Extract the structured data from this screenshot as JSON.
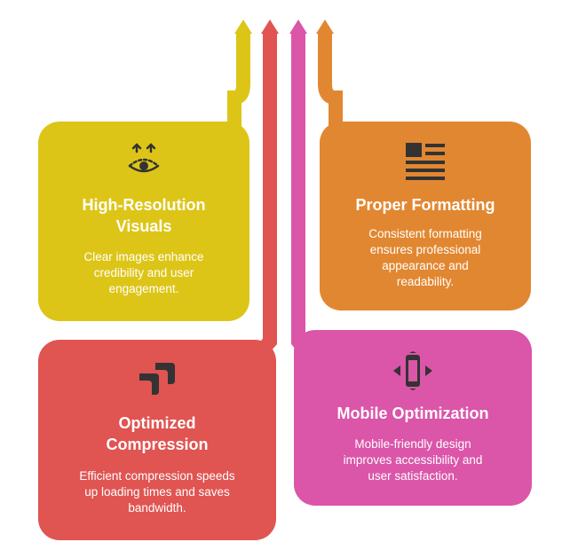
{
  "colors": {
    "yellow": "#DDC518",
    "orange": "#E28731",
    "red": "#E05452",
    "magenta": "#DB55A9",
    "icon": "#333333",
    "text": "#FFFFFF"
  },
  "cards": [
    {
      "id": "high-resolution-visuals",
      "title_lines": [
        "High-Resolution",
        "Visuals"
      ],
      "description_lines": [
        "Clear images enhance",
        "credibility and user",
        "engagement."
      ],
      "color": "#DDC518",
      "icon": "eye-arrows-icon"
    },
    {
      "id": "proper-formatting",
      "title_lines": [
        "Proper Formatting"
      ],
      "description_lines": [
        "Consistent formatting",
        "ensures professional",
        "appearance and",
        "readability."
      ],
      "color": "#E28731",
      "icon": "document-layout-icon"
    },
    {
      "id": "optimized-compression",
      "title_lines": [
        "Optimized",
        "Compression"
      ],
      "description_lines": [
        "Efficient compression speeds",
        "up loading times and saves",
        "bandwidth."
      ],
      "color": "#E05452",
      "icon": "compress-blocks-icon"
    },
    {
      "id": "mobile-optimization",
      "title_lines": [
        "Mobile Optimization"
      ],
      "description_lines": [
        "Mobile-friendly design",
        "improves accessibility and",
        "user satisfaction."
      ],
      "color": "#DB55A9",
      "icon": "mobile-device-icon"
    }
  ],
  "arrows": [
    {
      "color": "#DDC518",
      "direction": "up"
    },
    {
      "color": "#E05452",
      "direction": "up"
    },
    {
      "color": "#DB55A9",
      "direction": "up"
    },
    {
      "color": "#E28731",
      "direction": "up"
    }
  ]
}
